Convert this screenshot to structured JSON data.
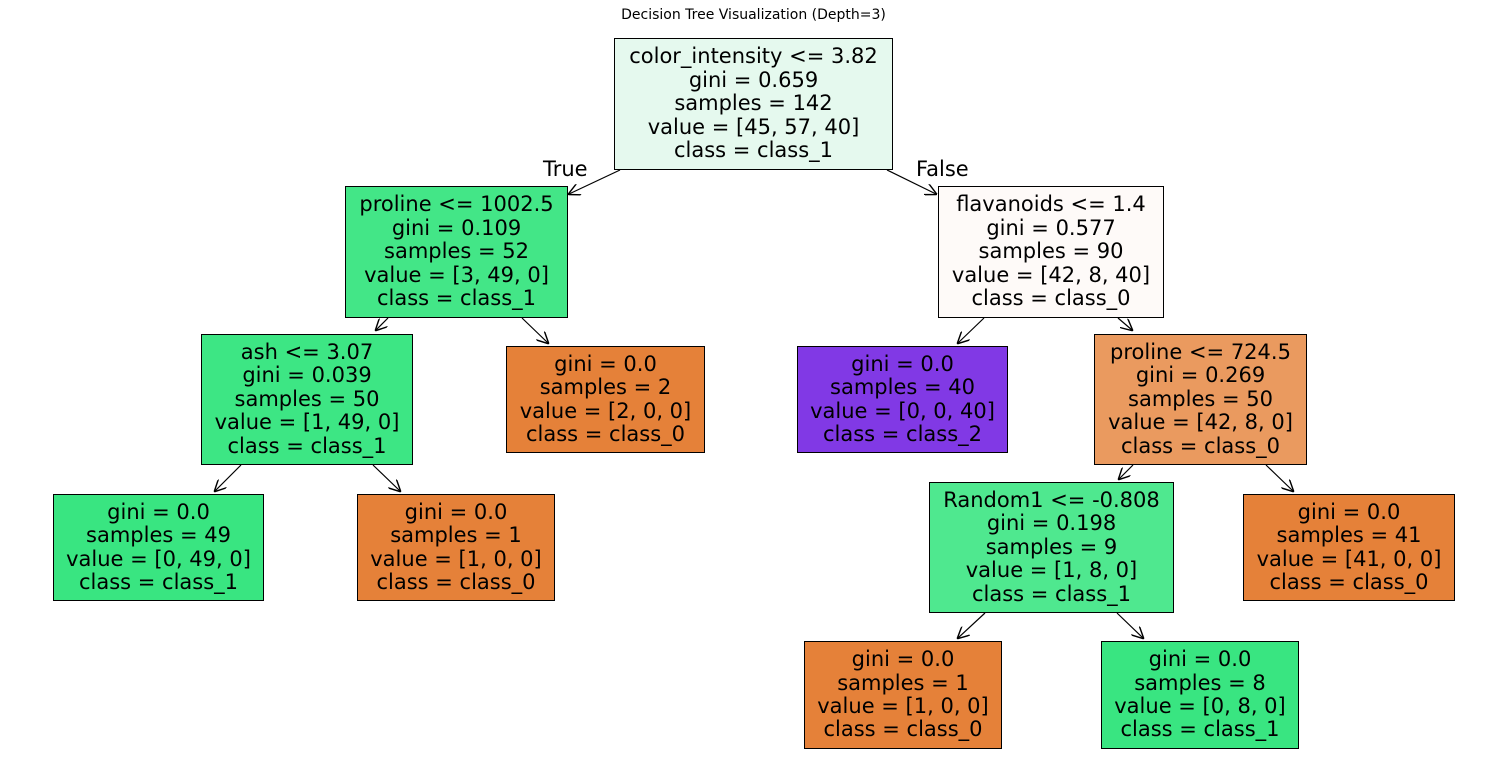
{
  "title": "Decision Tree Visualization (Depth=3)",
  "edge_labels": {
    "true": "True",
    "false": "False"
  },
  "colors": {
    "class_0": "#e58139",
    "class_1": "#39e581",
    "class_2": "#8139e5"
  },
  "nodes": [
    {
      "id": "n0",
      "color": "#e5f9ee",
      "lines": [
        "color_intensity <= 3.82",
        "gini = 0.659",
        "samples = 142",
        "value = [45, 57, 40]",
        "class = class_1"
      ]
    },
    {
      "id": "n1",
      "color": "#43e687",
      "lines": [
        "proline <= 1002.5",
        "gini = 0.109",
        "samples = 52",
        "value = [3, 49, 0]",
        "class = class_1"
      ]
    },
    {
      "id": "n2",
      "color": "#3de684",
      "lines": [
        "ash <= 3.07",
        "gini = 0.039",
        "samples = 50",
        "value = [1, 49, 0]",
        "class = class_1"
      ]
    },
    {
      "id": "n3",
      "color": "#39e581",
      "lines": [
        "gini = 0.0",
        "samples = 49",
        "value = [0, 49, 0]",
        "class = class_1"
      ]
    },
    {
      "id": "n4",
      "color": "#e58139",
      "lines": [
        "gini = 0.0",
        "samples = 1",
        "value = [1, 0, 0]",
        "class = class_0"
      ]
    },
    {
      "id": "n5",
      "color": "#e58139",
      "lines": [
        "gini = 0.0",
        "samples = 2",
        "value = [2, 0, 0]",
        "class = class_0"
      ]
    },
    {
      "id": "n6",
      "color": "#fefaf8",
      "lines": [
        "flavanoids <= 1.4",
        "gini = 0.577",
        "samples = 90",
        "value = [42, 8, 40]",
        "class = class_0"
      ]
    },
    {
      "id": "n7",
      "color": "#8139e5",
      "lines": [
        "gini = 0.0",
        "samples = 40",
        "value = [0, 0, 40]",
        "class = class_2"
      ]
    },
    {
      "id": "n8",
      "color": "#ea9a5f",
      "lines": [
        "proline <= 724.5",
        "gini = 0.269",
        "samples = 50",
        "value = [42, 8, 0]",
        "class = class_0"
      ]
    },
    {
      "id": "n9",
      "color": "#4fe88f",
      "lines": [
        "Random1 <= -0.808",
        "gini = 0.198",
        "samples = 9",
        "value = [1, 8, 0]",
        "class = class_1"
      ]
    },
    {
      "id": "n10",
      "color": "#e58139",
      "lines": [
        "gini = 0.0",
        "samples = 1",
        "value = [1, 0, 0]",
        "class = class_0"
      ]
    },
    {
      "id": "n11",
      "color": "#39e581",
      "lines": [
        "gini = 0.0",
        "samples = 8",
        "value = [0, 8, 0]",
        "class = class_1"
      ]
    },
    {
      "id": "n12",
      "color": "#e58139",
      "lines": [
        "gini = 0.0",
        "samples = 41",
        "value = [41, 0, 0]",
        "class = class_0"
      ]
    }
  ]
}
